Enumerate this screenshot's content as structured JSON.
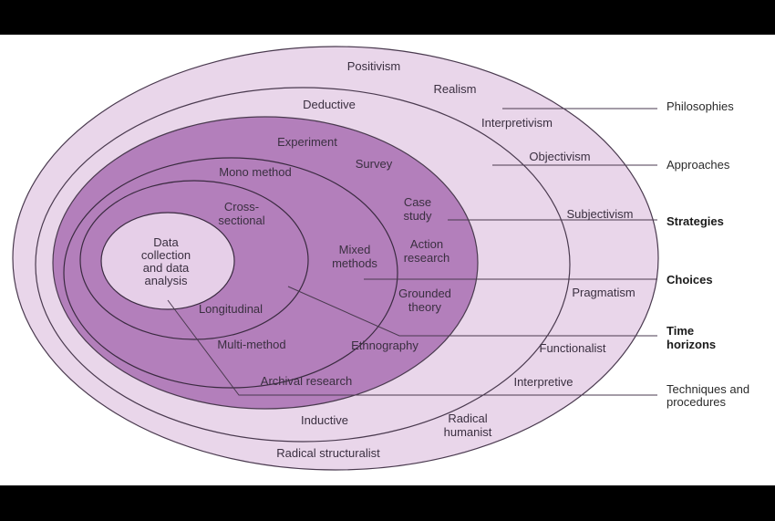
{
  "colors": {
    "background": "#000000",
    "canvas": "#ffffff",
    "layer_outer": "#e9d6ea",
    "layer_strategy": "#b37fbb",
    "core": "#e6cfe8",
    "line": "#4a3a4f"
  },
  "layers": {
    "philosophies": [
      "Positivism",
      "Realism",
      "Interpretivism",
      "Objectivism",
      "Subjectivism",
      "Pragmatism",
      "Functionalist",
      "Interpretive",
      "Radical humanist",
      "Radical structuralist"
    ],
    "approaches": [
      "Deductive",
      "Inductive"
    ],
    "strategies": [
      "Experiment",
      "Survey",
      "Case study",
      "Action research",
      "Grounded theory",
      "Ethnography",
      "Archival research"
    ],
    "choices": [
      "Mono method",
      "Mixed methods",
      "Multi-method"
    ],
    "time_horizons": [
      "Cross-sectional",
      "Longitudinal"
    ],
    "core": "Data collection and data analysis"
  },
  "side_labels": [
    "Philosophies",
    "Approaches",
    "Strategies",
    "Choices",
    "Time horizons",
    "Techniques and procedures"
  ],
  "side_label_bold": [
    false,
    false,
    true,
    true,
    true,
    false
  ]
}
